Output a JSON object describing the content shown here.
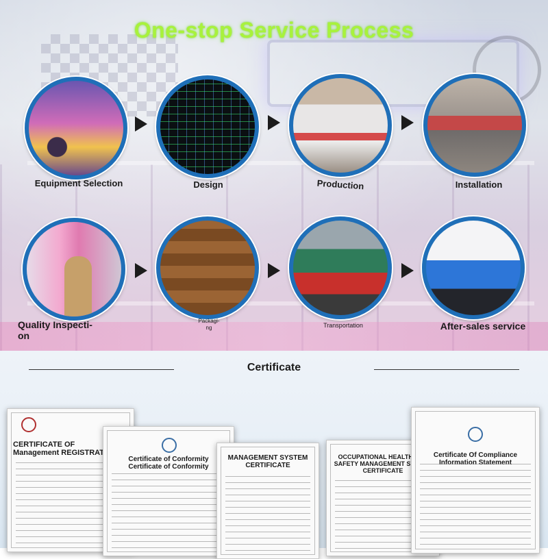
{
  "process": {
    "title": "One-stop Service Process",
    "steps": [
      {
        "label": "Equipment Selection",
        "icon": "equipment-selection-photo"
      },
      {
        "label": "Design",
        "icon": "design-blueprint-photo"
      },
      {
        "label": "Production",
        "icon": "production-line-photo"
      },
      {
        "label": "Installation",
        "icon": "installation-photo"
      },
      {
        "label": "Quality Inspecti-",
        "label2": "on",
        "icon": "quality-inspection-photo"
      },
      {
        "label": "Packagi-",
        "label2": "ng",
        "icon": "packaging-photo"
      },
      {
        "label": "Transportation",
        "icon": "transportation-truck-photo"
      },
      {
        "label": "After-sales service",
        "icon": "after-sales-team-photo"
      }
    ]
  },
  "certificates": {
    "title": "Certificate",
    "docs": [
      {
        "heading": "CERTIFICATE OF\nManagement REGISTRATION"
      },
      {
        "heading": "Certificate of Conformity\nCertificate of Conformity"
      },
      {
        "heading": "MANAGEMENT SYSTEM\nCERTIFICATE"
      },
      {
        "heading": "OCCUPATIONAL HEALTH AND\nSAFETY MANAGEMENT SYSTEM\nCERTIFICATE"
      },
      {
        "heading": "Certificate Of Compliance\nInformation Statement"
      }
    ]
  },
  "colors": {
    "title_green": "#a8f23c",
    "circle_border": "#1f6fb8"
  }
}
